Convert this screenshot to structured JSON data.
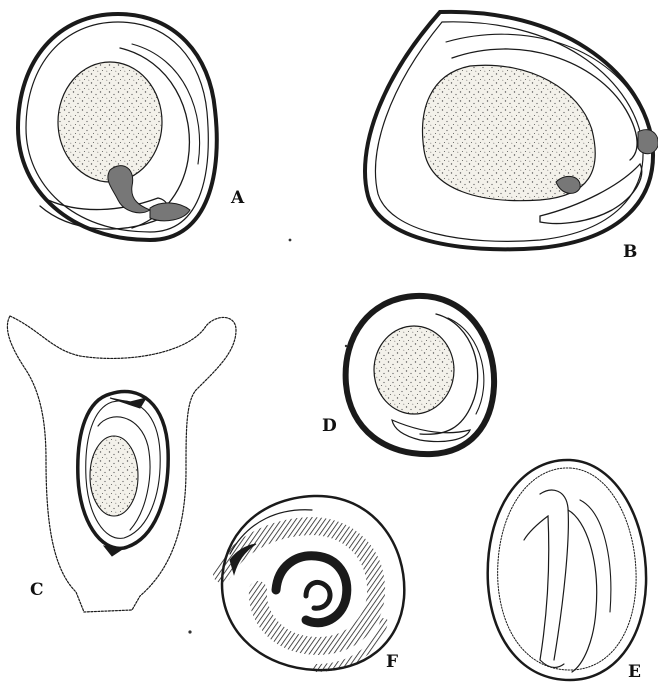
{
  "figures": [
    {
      "id": "A",
      "label": "A"
    },
    {
      "id": "B",
      "label": "B"
    },
    {
      "id": "C",
      "label": "C"
    },
    {
      "id": "D",
      "label": "D"
    },
    {
      "id": "E",
      "label": "E"
    },
    {
      "id": "F",
      "label": "F"
    }
  ],
  "colors": {
    "ink": "#1a1a1a",
    "stipple": "#555555",
    "endosperm": "#f3f1ea",
    "radicle": "#777777",
    "paper": "#ffffff"
  }
}
